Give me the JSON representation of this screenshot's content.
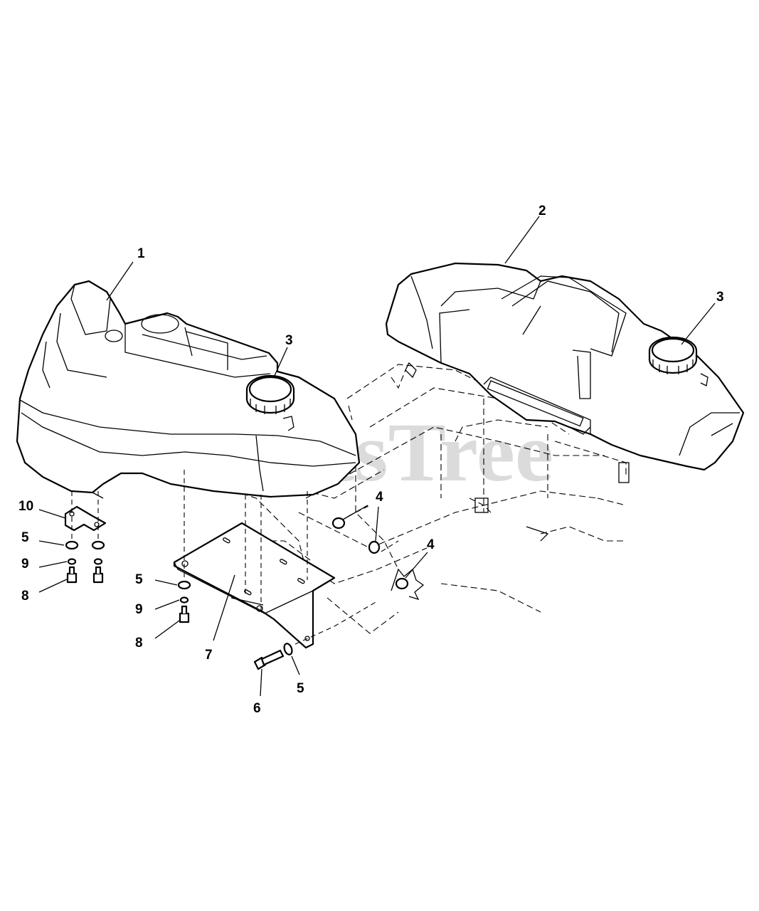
{
  "watermark": "PartsTree",
  "callouts": {
    "c1": "1",
    "c2": "2",
    "c3_left": "3",
    "c3_right": "3",
    "c4_upper": "4",
    "c4_lower": "4",
    "c5_left": "5",
    "c5_mid": "5",
    "c5_bottom": "5",
    "c6": "6",
    "c7": "7",
    "c8_left": "8",
    "c8_mid": "8",
    "c9_left": "9",
    "c9_mid": "9",
    "c10": "10"
  }
}
